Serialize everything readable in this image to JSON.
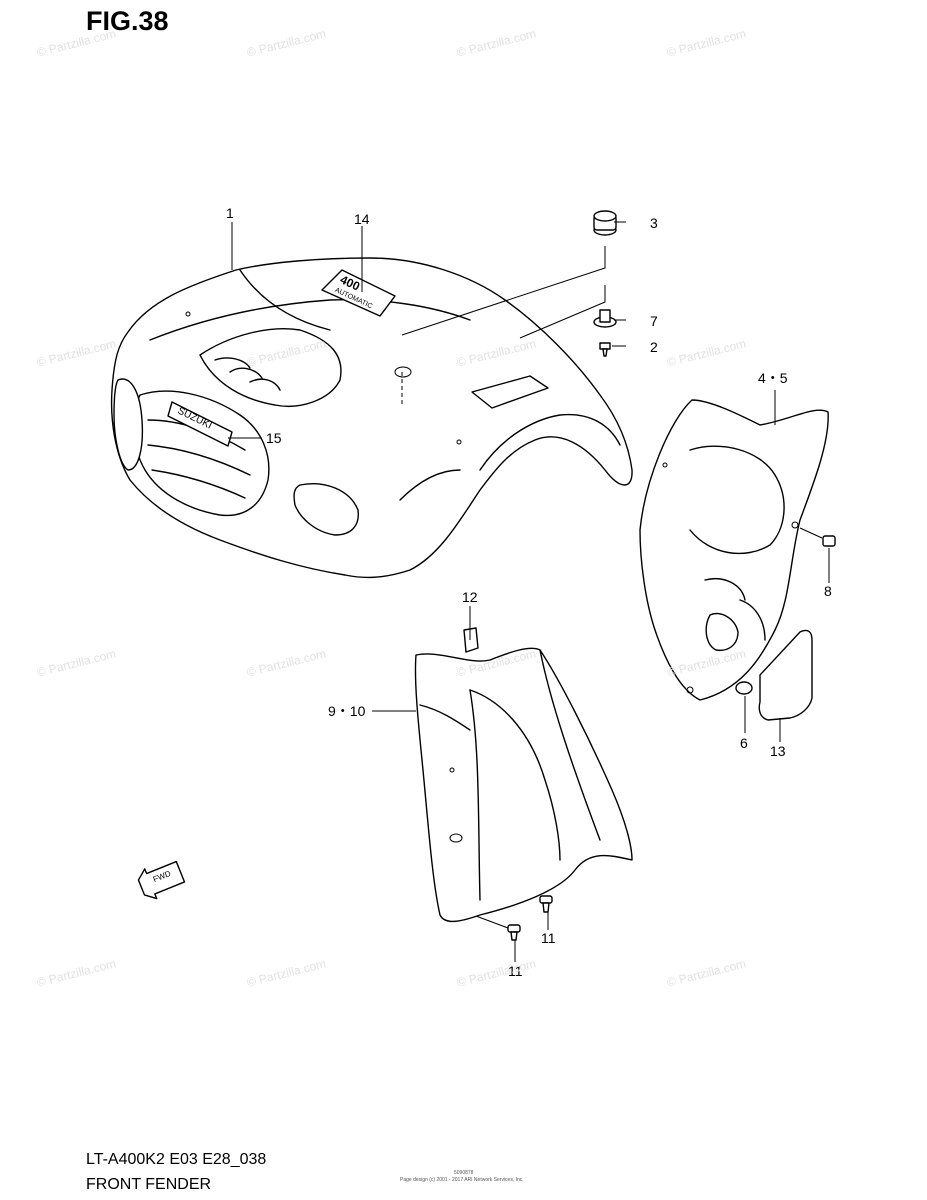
{
  "figure": {
    "title": "FIG.38"
  },
  "watermark": {
    "text": "© Partzilla.com"
  },
  "callouts": {
    "p1": "1",
    "p14": "14",
    "p3": "3",
    "p7": "7",
    "p2": "2",
    "p4_5": "4・5",
    "p15": "15",
    "p8": "8",
    "p12": "12",
    "p9_10": "9・10",
    "p6": "6",
    "p13": "13",
    "p11a": "11",
    "p11b": "11"
  },
  "decals": {
    "brand": "SUZUKI",
    "model_number": "400",
    "model_text": "AUTOMATIC"
  },
  "direction_arrow": "FWD",
  "footer": {
    "model": "LT-A400K2 E03 E28_038",
    "name": "FRONT FENDER",
    "code": "5090878",
    "copyright": "Page design (c) 2001 - 2017 ARI Network Services, Inc."
  }
}
